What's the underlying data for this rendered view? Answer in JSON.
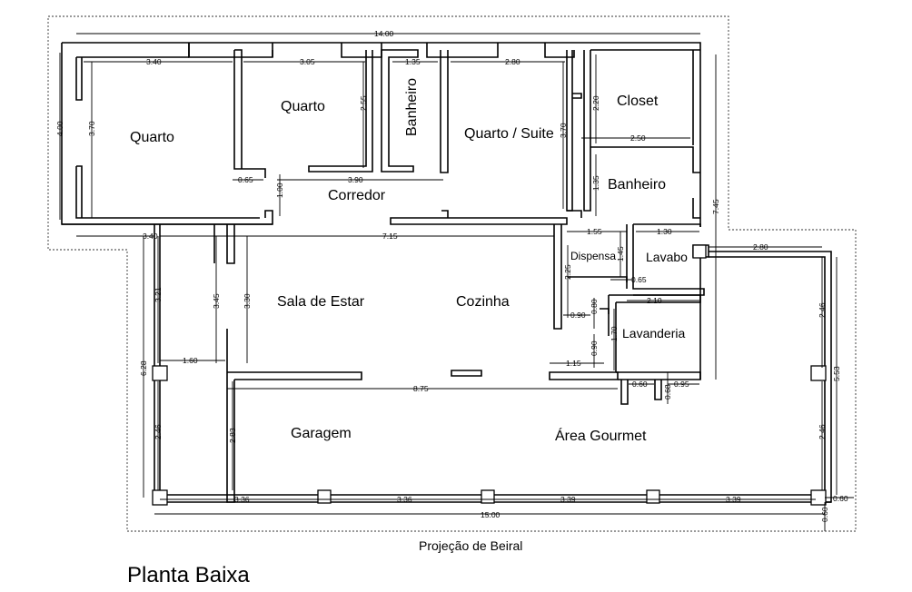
{
  "drawing": {
    "title": "Planta Baixa",
    "eave_label": "Projeção de Beiral"
  },
  "rooms": {
    "quarto_1": "Quarto",
    "quarto_2": "Quarto",
    "banheiro_1": "Banheiro",
    "quarto_suite": "Quarto / Suite",
    "closet": "Closet",
    "banheiro_2": "Banheiro",
    "corredor": "Corredor",
    "dispensa": "Dispensa",
    "lavabo": "Lavabo",
    "sala_de_estar": "Sala de Estar",
    "cozinha": "Cozinha",
    "lavanderia": "Lavanderia",
    "garagem": "Garagem",
    "area_gourmet": "Área Gourmet"
  },
  "dimensions": {
    "top_total": "14.00",
    "quarto1_width": "3.40",
    "quarto2_width": "3.05",
    "banheiro_width": "1.35",
    "suite_width": "2.80",
    "left_height": "4.00",
    "quarto1_height": "3.70",
    "quarto2_height": "2.55",
    "suite_height": "3.70",
    "closet_height": "2.20",
    "closet_width": "2.50",
    "banheiro2_height": "1.35",
    "corredor_width": "3.90",
    "hall_stub": "0.65",
    "corredor_height": "1.00",
    "right_height": "7.45",
    "mid_left": "3.40",
    "mid_total": "7.15",
    "dispensa_width": "1.55",
    "lavabo_width": "1.30",
    "lavabo_right": "2.80",
    "dispensa_height": "1.45",
    "dispensa_depth": "2.25",
    "lavabo_door": "0.65",
    "lavanderia_width": "2.10",
    "cozinha_door": "0.80",
    "cozinha_stub": "0.90",
    "lavanderia_height": "1.70",
    "lavanderia_door": "0.90",
    "cozinha_bottom": "1.15",
    "sala_3_21": "3.21",
    "sala_3_45": "3.45",
    "sala_3_30": "3.30",
    "left_total": "6.28",
    "sala_1_60": "1.60",
    "mid_8_75": "8.75",
    "lav_0_60": "0.60",
    "lav_0_68": "0.68",
    "lav_0_95": "0.95",
    "right_2_46_top": "2.46",
    "right_5_53": "5.53",
    "right_2_46_bottom": "2.46",
    "left_2_46": "2.46",
    "garagem_2_83": "2.83",
    "span_1": "3.36",
    "span_2": "3.36",
    "span_3": "3.39",
    "span_4": "3.39",
    "bottom_total": "15.00",
    "beiral_right": "0.60",
    "beiral_bottom": "0.60"
  }
}
